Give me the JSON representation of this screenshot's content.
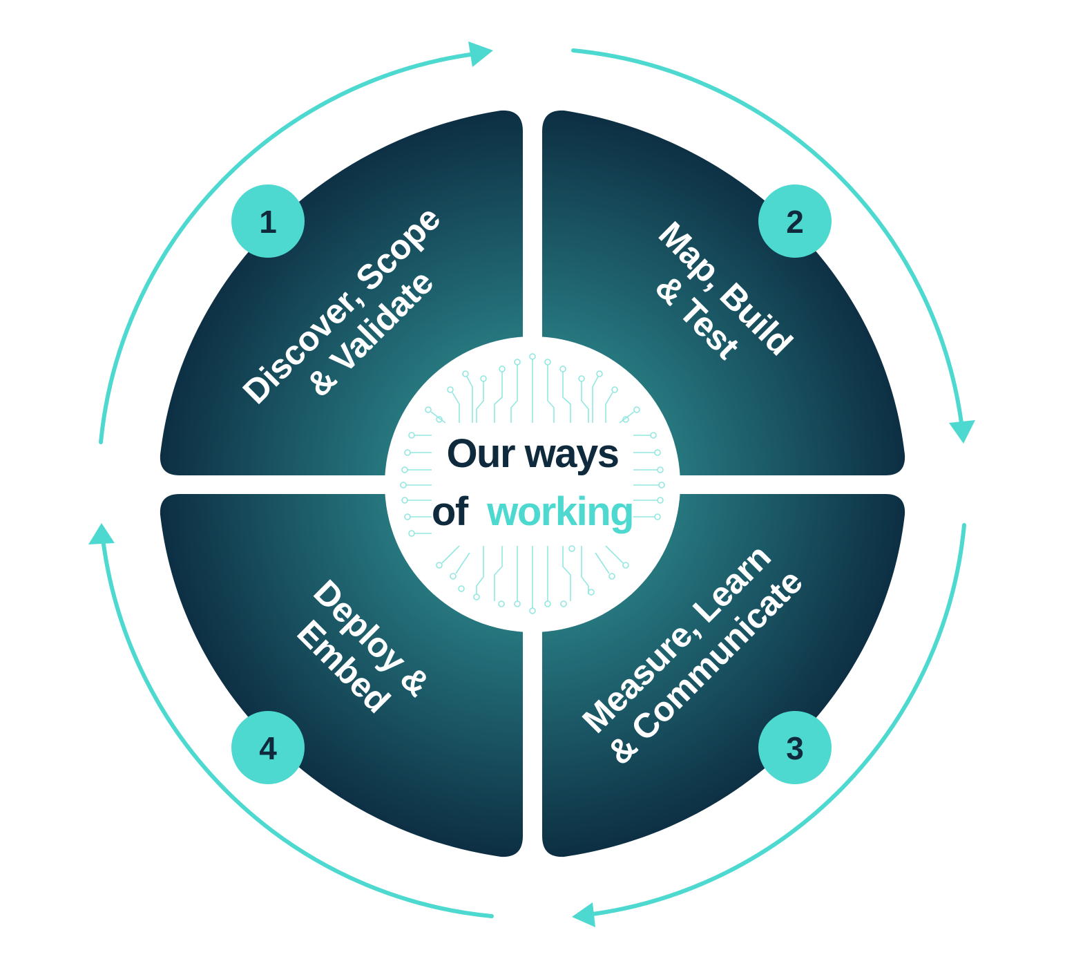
{
  "center": {
    "title_line1": "Our ways",
    "title_line2_prefix": "of",
    "title_line2_highlight": "working"
  },
  "steps": [
    {
      "number": "1",
      "line1": "Discover, Scope",
      "line2": "& Validate"
    },
    {
      "number": "2",
      "line1": "Map, Build",
      "line2": "& Test"
    },
    {
      "number": "3",
      "line1": "Measure, Learn",
      "line2": "& Communicate"
    },
    {
      "number": "4",
      "line1": "Deploy &",
      "line2": "Embed"
    }
  ],
  "colors": {
    "accent": "#4dd9d0",
    "dark_navy": "#0c2b40",
    "mid_teal": "#2f8f8f",
    "text_dark": "#0e2a3c",
    "white": "#ffffff"
  },
  "icons": {
    "center_decoration": "circuit-board-icon",
    "cycle_arrows": "clockwise-arrow-icon"
  }
}
